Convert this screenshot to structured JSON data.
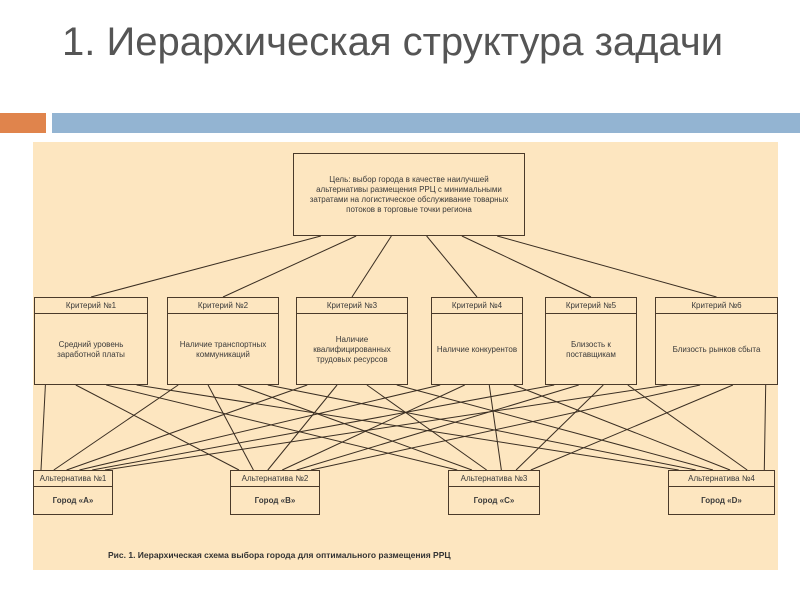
{
  "slide": {
    "title": "1. Иерархическая структура задачи"
  },
  "colors": {
    "accent_orange": "#e0844c",
    "accent_blue": "#93b4d2",
    "panel": "#fde6c0"
  },
  "diagram": {
    "goal": "Цель: выбор города в качестве наилучшей альтернативы размещения РРЦ с минимальными затратами на логистическое обслуживание товарных потоков в торговые точки региона",
    "criteria": [
      {
        "header": "Критерий №1",
        "text": "Средний уровень заработной платы"
      },
      {
        "header": "Критерий №2",
        "text": "Наличие транспортных коммуникаций"
      },
      {
        "header": "Критерий №3",
        "text": "Наличие квалифицированных трудовых ресурсов"
      },
      {
        "header": "Критерий №4",
        "text": "Наличие конкурентов"
      },
      {
        "header": "Критерий №5",
        "text": "Близость к поставщикам"
      },
      {
        "header": "Критерий №6",
        "text": "Близость рынков сбыта"
      }
    ],
    "alternatives": [
      {
        "header": "Альтернатива №1",
        "text": "Город «А»"
      },
      {
        "header": "Альтернатива №2",
        "text": "Город «В»"
      },
      {
        "header": "Альтернатива №3",
        "text": "Город «С»"
      },
      {
        "header": "Альтернатива №4",
        "text": "Город «D»"
      }
    ],
    "connections": {
      "goal_to_criteria": "all",
      "criteria_to_alternatives": "all"
    },
    "caption": "Рис. 1. Иерархическая схема выбора города для оптимального размещения РРЦ"
  }
}
